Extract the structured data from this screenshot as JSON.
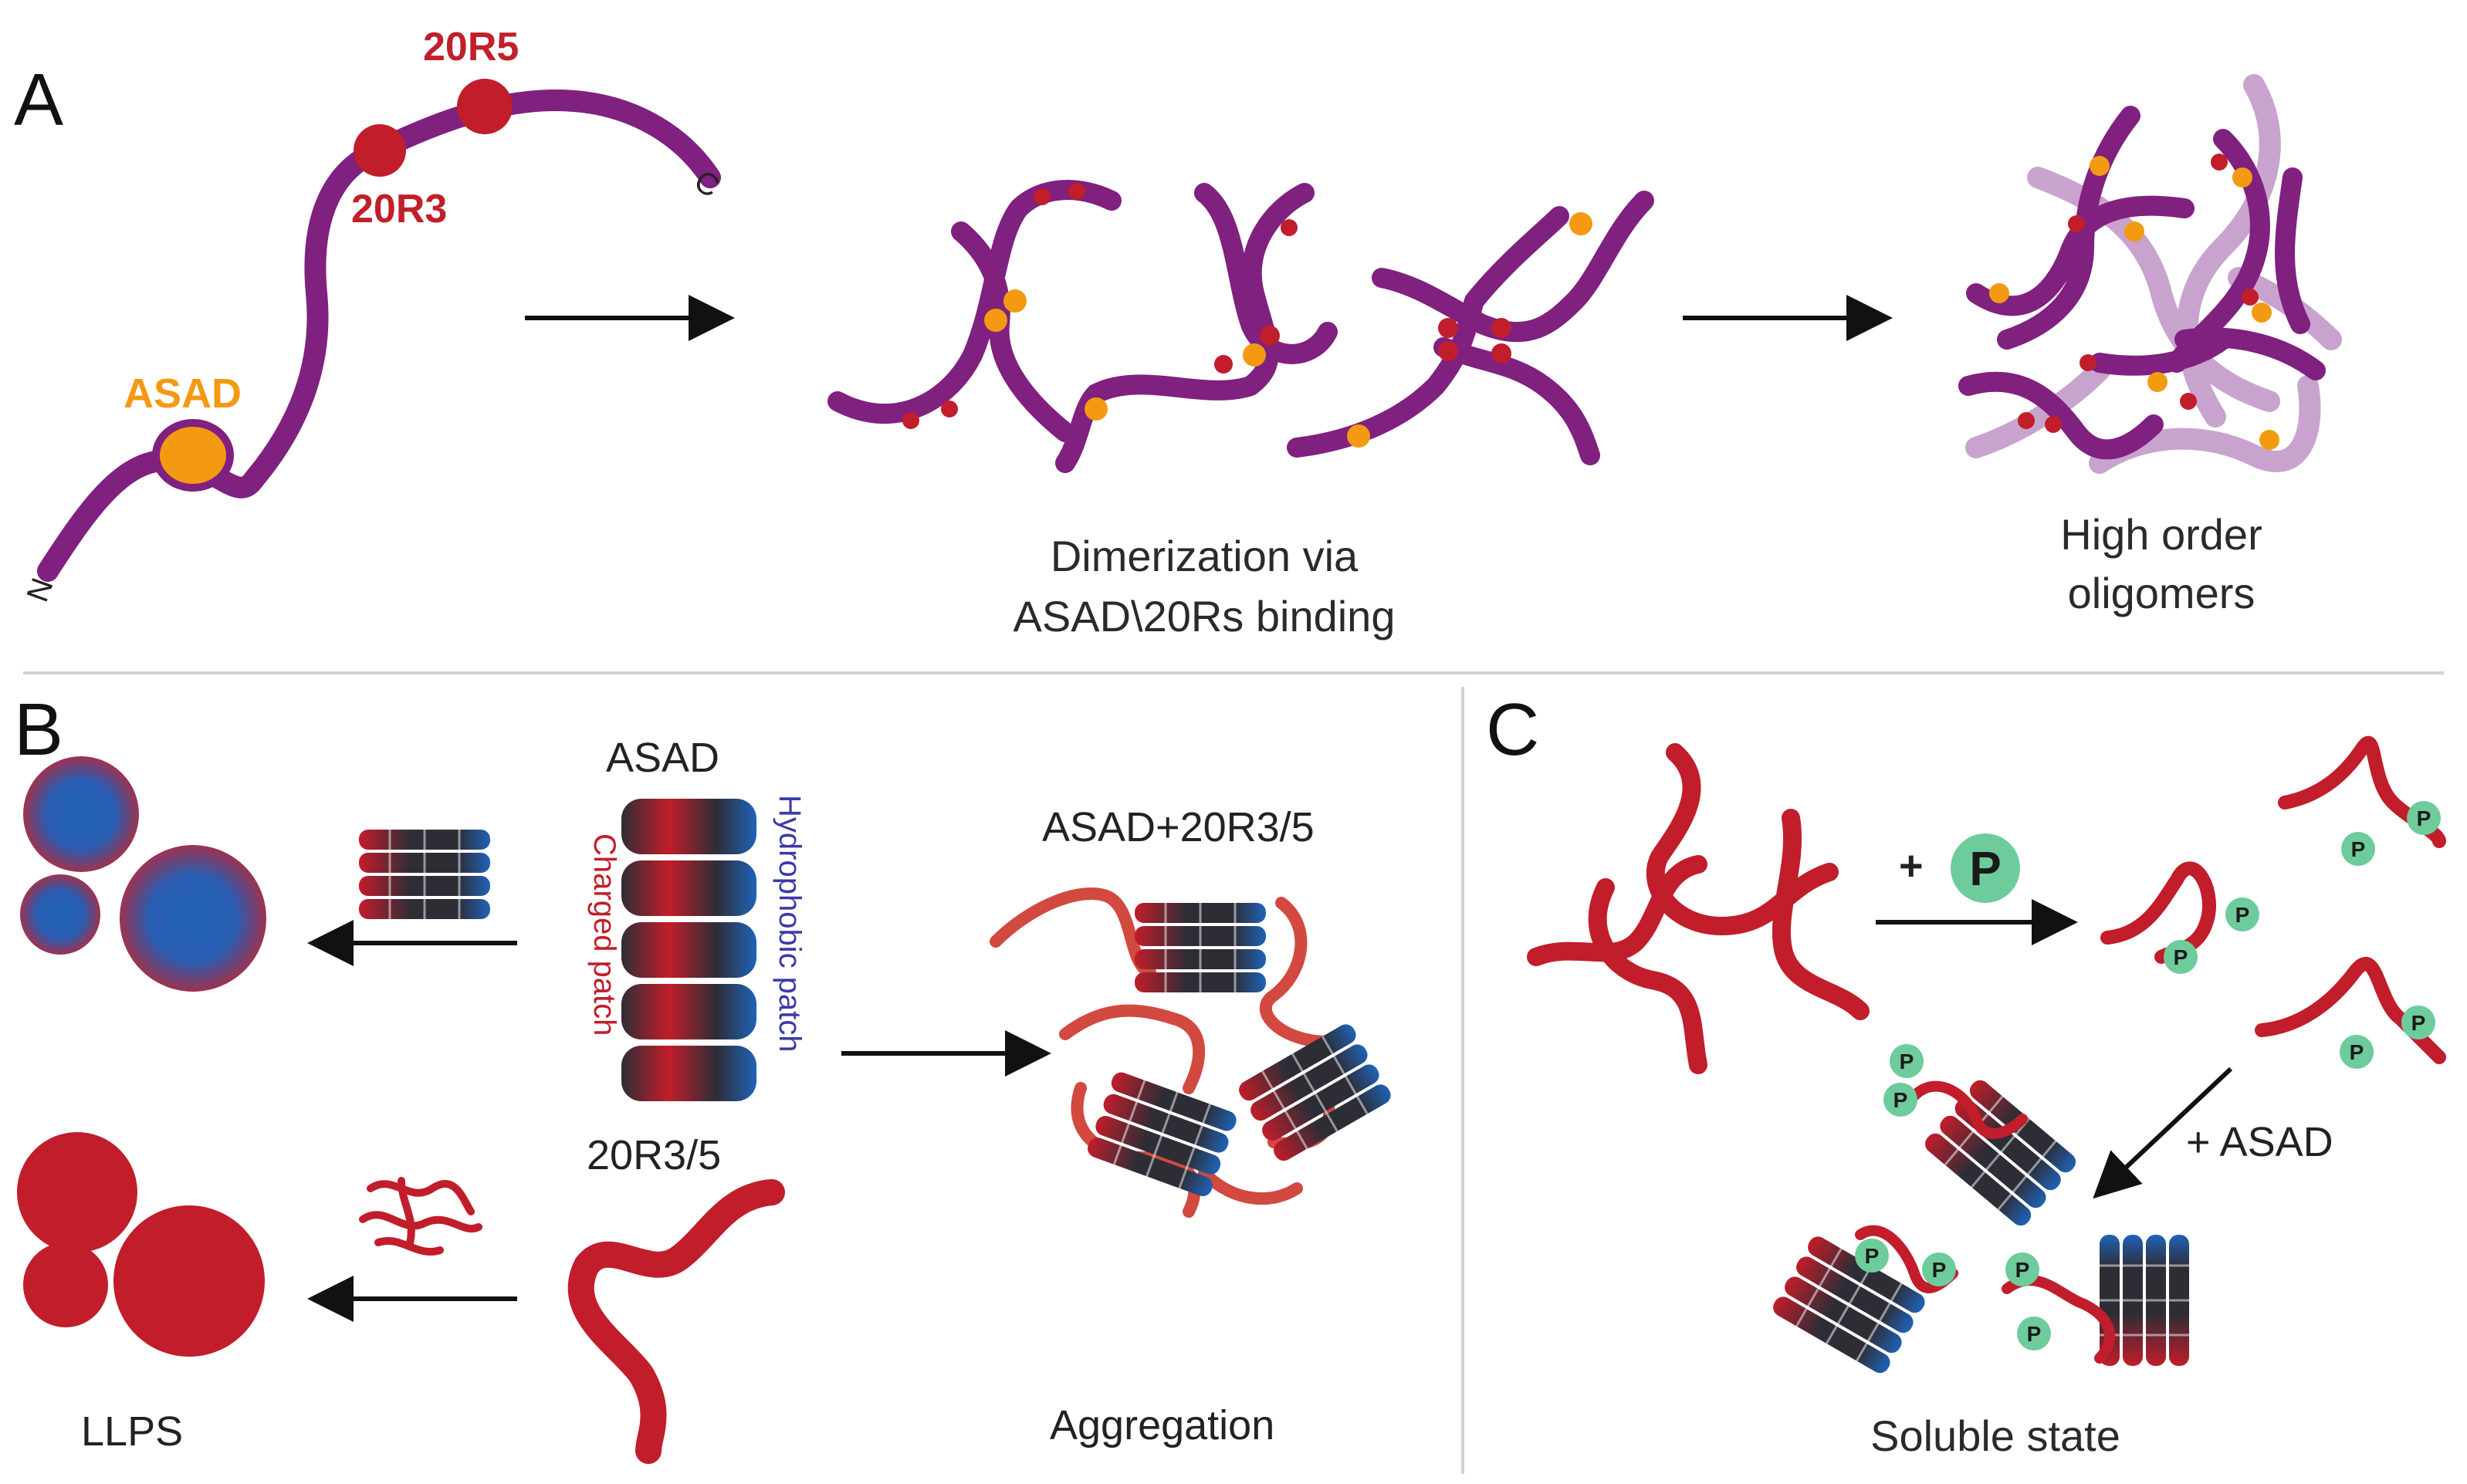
{
  "panels": {
    "a": {
      "letter": "A",
      "n_term": "N",
      "c_term": "C",
      "asad_label": "ASAD",
      "r3_label": "20R3",
      "r5_label": "20R5",
      "caption_mid_1": "Dimerization via",
      "caption_mid_2": "ASAD\\20Rs binding",
      "caption_right_1": "High order",
      "caption_right_2": "oligomers"
    },
    "b": {
      "letter": "B",
      "asad_label": "ASAD",
      "charged_patch": "Charged patch",
      "hydrophobic_patch": "Hydrophobic patch",
      "r35_label": "20R3/5",
      "complex_label": "ASAD+20R3/5",
      "llps_label": "LLPS",
      "aggregation_label": "Aggregation"
    },
    "c": {
      "letter": "C",
      "plus_p": "+",
      "p_symbol": "P",
      "plus_asad": "+ ASAD",
      "soluble_label": "Soluble state"
    }
  },
  "colors": {
    "purple": "#80207f",
    "purple_light": "#c39ac9",
    "red": "#c11d2a",
    "orange": "#f39a12",
    "blue": "#1f63b8",
    "green": "#6ecb9c",
    "dark": "#2d2d36"
  }
}
